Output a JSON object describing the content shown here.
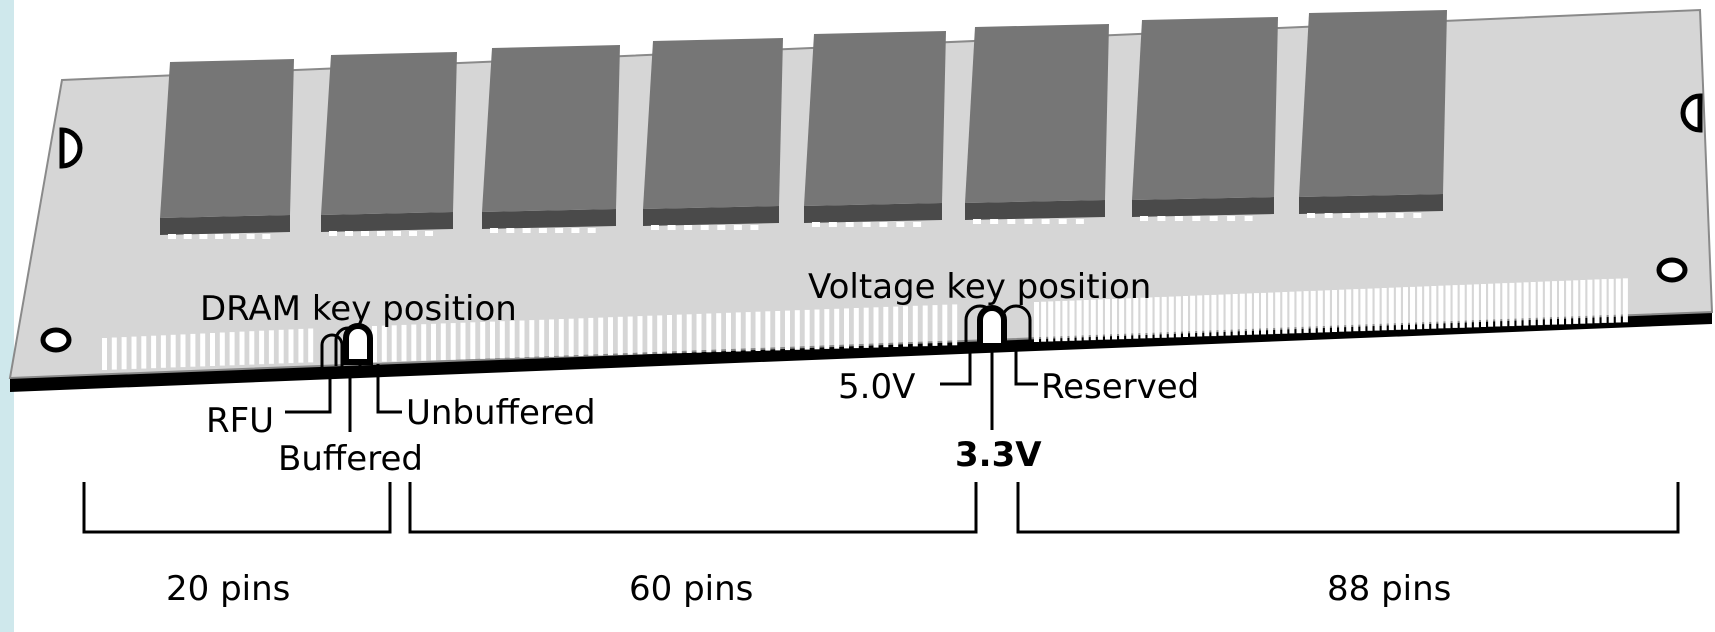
{
  "colors": {
    "edge_band": "#cfe8ec",
    "board": "#d6d6d6",
    "board_outline": "#8a8a8a",
    "chip_top": "#767676",
    "chip_side": "#4a4a4a",
    "chip_legs": "#ffffff",
    "contact_strip": "#ffffff",
    "ink": "#000000"
  },
  "labels": {
    "dram_key": "DRAM key position",
    "voltage_key": "Voltage key position",
    "rfu": "RFU",
    "buffered": "Buffered",
    "unbuffered": "Unbuffered",
    "v5": "5.0V",
    "v33": "3.3V",
    "reserved": "Reserved"
  },
  "pin_groups": [
    {
      "label": "20 pins"
    },
    {
      "label": "60 pins"
    },
    {
      "label": "88 pins"
    }
  ],
  "chip_count": 8
}
